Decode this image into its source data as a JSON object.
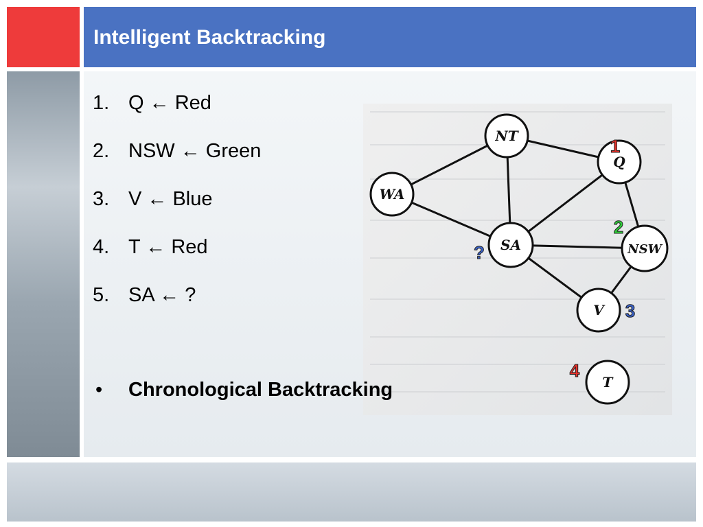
{
  "slide": {
    "title": "Intelligent Backtracking"
  },
  "steps": [
    {
      "num": "1.",
      "var": "Q",
      "arrow": "←",
      "value": "Red"
    },
    {
      "num": "2.",
      "var": "NSW",
      "arrow": "←",
      "value": "Green"
    },
    {
      "num": "3.",
      "var": "V",
      "arrow": "←",
      "value": "Blue"
    },
    {
      "num": "4.",
      "var": "T",
      "arrow": "←",
      "value": "Red"
    },
    {
      "num": "5.",
      "var": "SA",
      "arrow": "←",
      "value": "?"
    }
  ],
  "bullet": {
    "symbol": "•",
    "text": "Chronological Backtracking"
  },
  "graph": {
    "nodes": [
      {
        "id": "NT",
        "label": "NT"
      },
      {
        "id": "WA",
        "label": "WA"
      },
      {
        "id": "Q",
        "label": "Q"
      },
      {
        "id": "SA",
        "label": "SA"
      },
      {
        "id": "NSW",
        "label": "NSW"
      },
      {
        "id": "V",
        "label": "V"
      },
      {
        "id": "T",
        "label": "T"
      }
    ],
    "edges": [
      [
        "WA",
        "NT"
      ],
      [
        "WA",
        "SA"
      ],
      [
        "NT",
        "SA"
      ],
      [
        "NT",
        "Q"
      ],
      [
        "Q",
        "SA"
      ],
      [
        "Q",
        "NSW"
      ],
      [
        "SA",
        "NSW"
      ],
      [
        "SA",
        "V"
      ],
      [
        "NSW",
        "V"
      ]
    ],
    "order_labels": [
      {
        "node": "Q",
        "label": "1",
        "color": "#e8312a"
      },
      {
        "node": "NSW",
        "label": "2",
        "color": "#2fd13a"
      },
      {
        "node": "V",
        "label": "3",
        "color": "#3b62c9"
      },
      {
        "node": "T",
        "label": "4",
        "color": "#e8312a"
      },
      {
        "node": "SA",
        "label": "?",
        "color": "#3b62c9"
      }
    ]
  },
  "colors": {
    "title_bar": "#4a72c2",
    "accent_block": "#ee3b3b"
  }
}
